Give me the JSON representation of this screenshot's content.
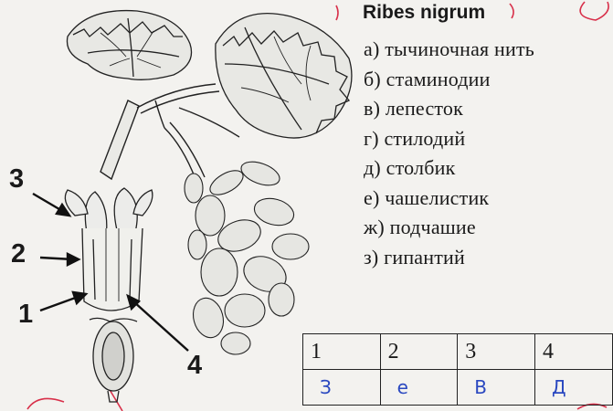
{
  "title": "Ribes nigrum",
  "options": [
    "а) тычиночная нить",
    "б) стаминодии",
    "в) лепесток",
    "г) стилодий",
    "д) столбик",
    "е) чашелистик",
    "ж) подчашие",
    "з) гипантий"
  ],
  "labels": [
    "3",
    "2",
    "1",
    "4"
  ],
  "table": {
    "headers": [
      "1",
      "2",
      "3",
      "4"
    ],
    "answers": [
      "З",
      "е",
      "В",
      "Д"
    ]
  },
  "colors": {
    "ink": "#1a1a1a",
    "answer_pen": "#2a48c0",
    "margin_mark": "#d8304a"
  }
}
